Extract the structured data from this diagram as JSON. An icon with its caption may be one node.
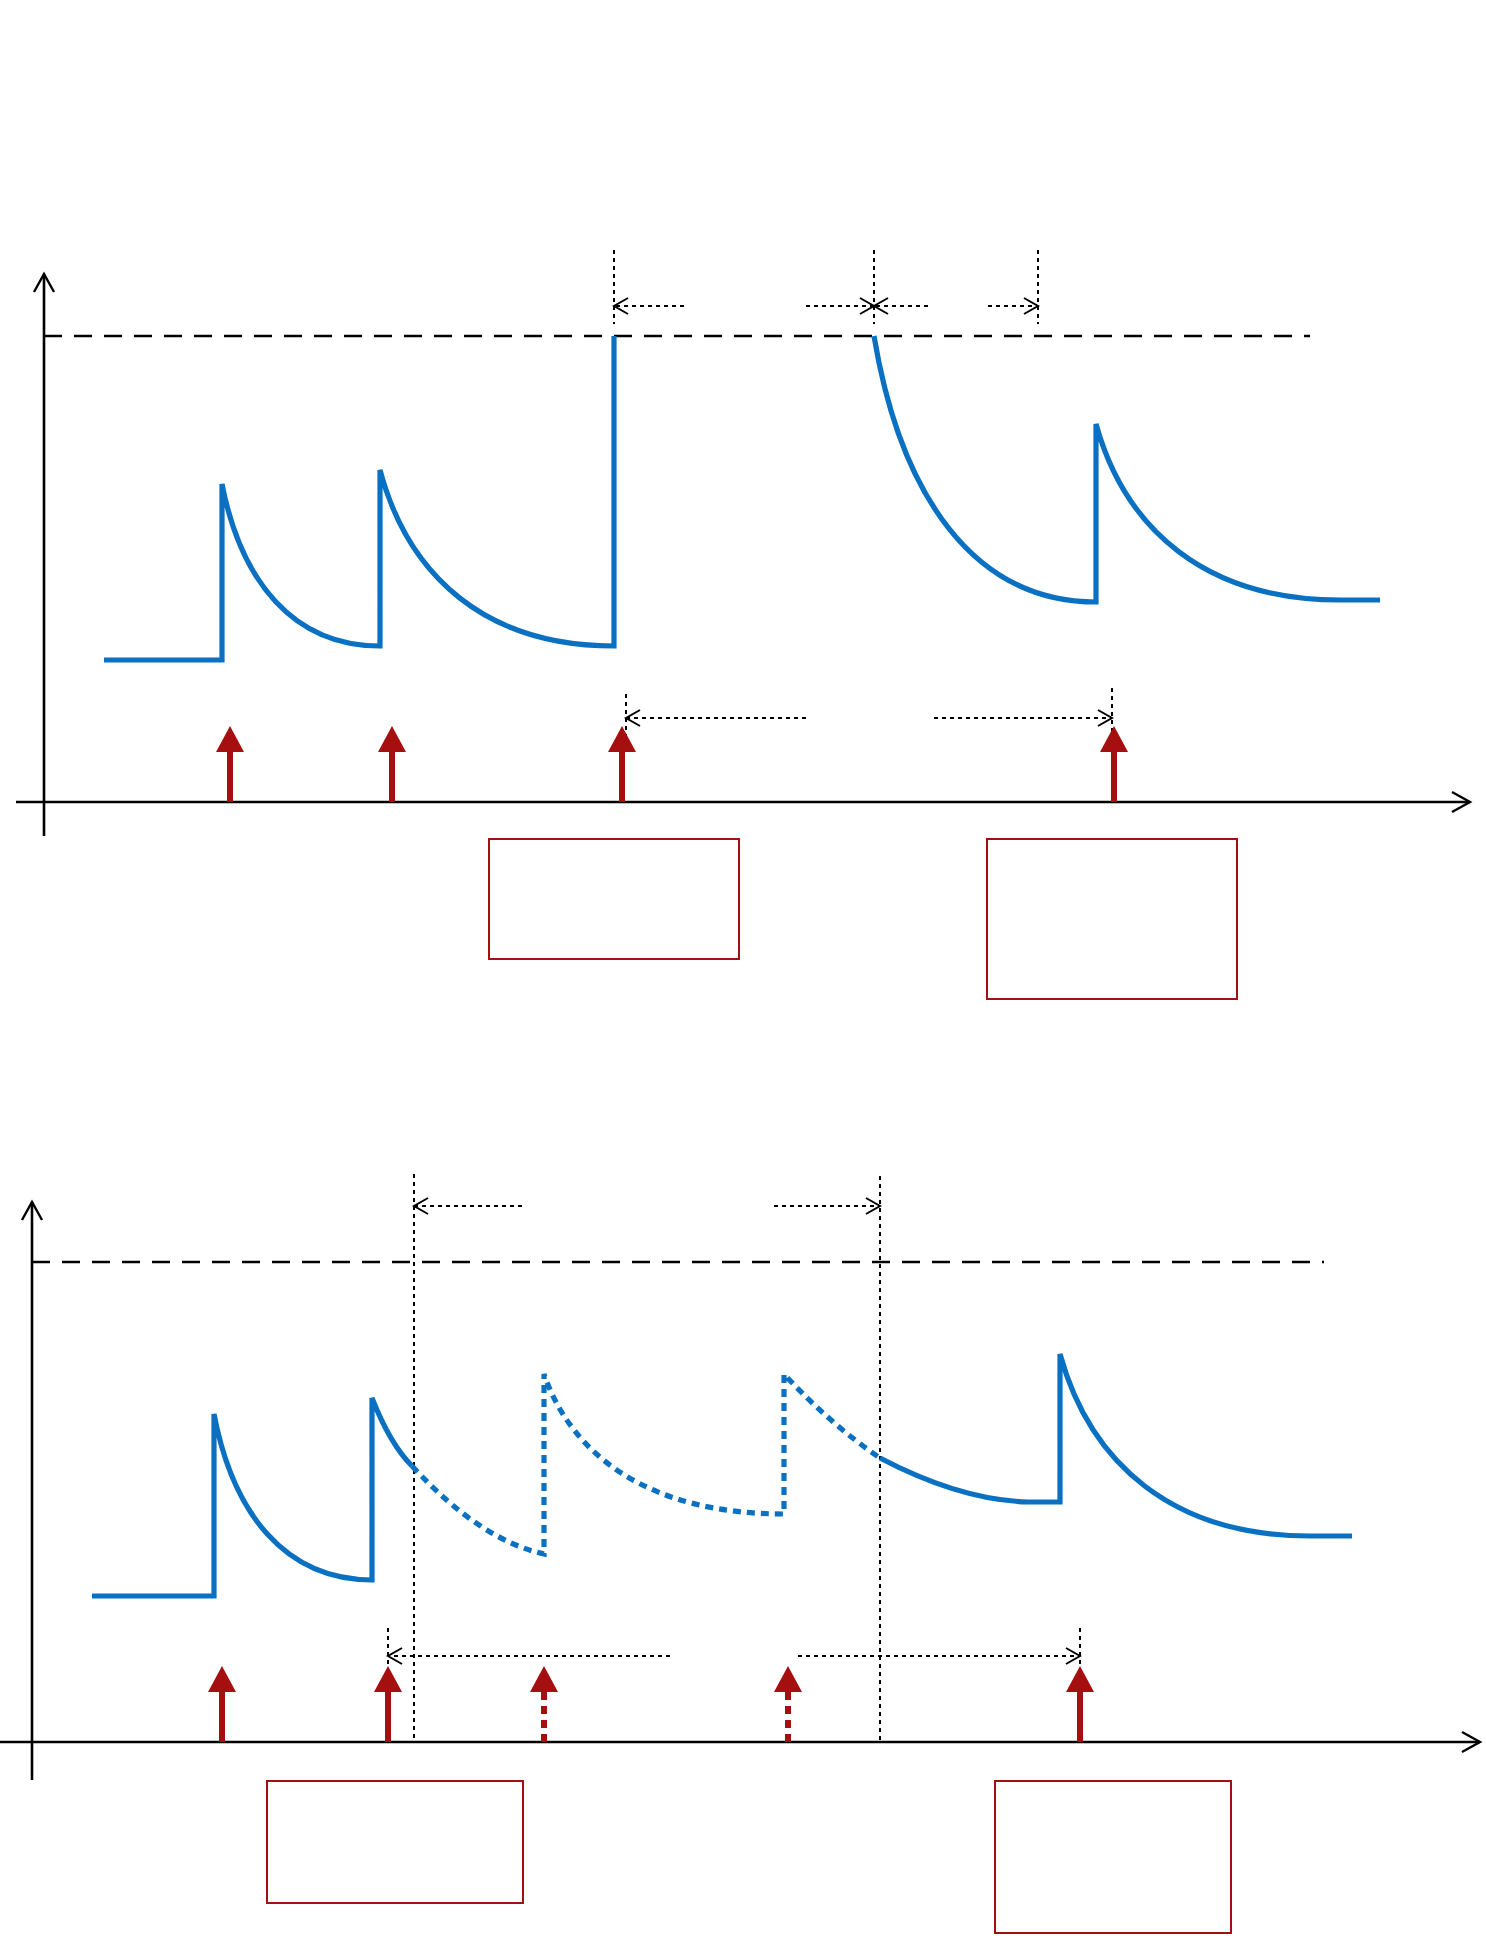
{
  "diagram": {
    "nodes": [
      {
        "text": [],
        "shape": "box"
      },
      {
        "text": [],
        "shape": "box"
      },
      {
        "text": [],
        "shape": "box"
      },
      {
        "text": [],
        "shape": "box"
      }
    ]
  }
}
